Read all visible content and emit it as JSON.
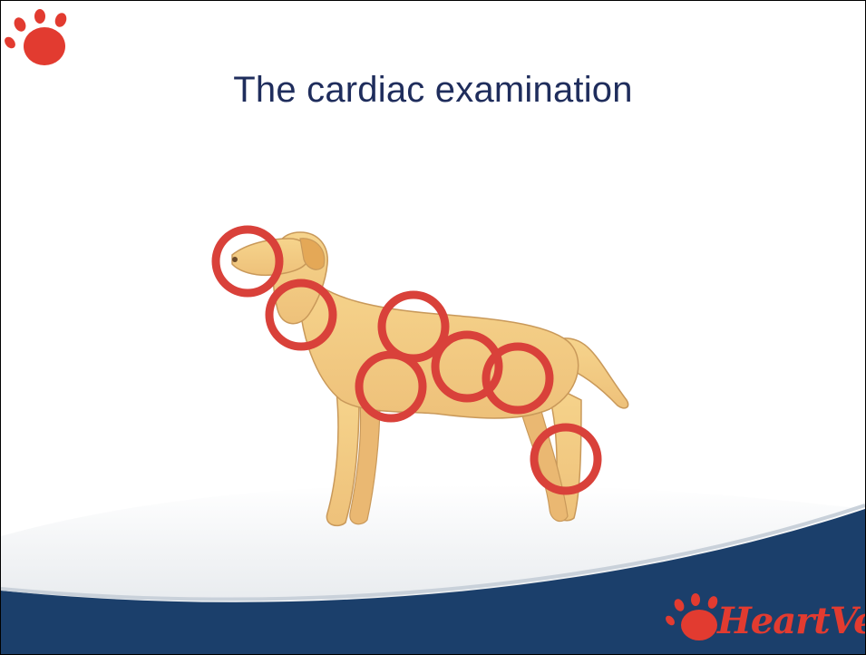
{
  "slide": {
    "title": "The cardiac examination",
    "brand": "HeartVets"
  },
  "illustration": {
    "subject": "dog",
    "marker_color": "#d9413a",
    "marker_count": 7
  },
  "colors": {
    "title": "#1f2d5c",
    "accent_red": "#e23b30",
    "footer_navy": "#1b3f6b"
  },
  "icons": [
    "paw-print-icon",
    "paw-print-icon"
  ]
}
